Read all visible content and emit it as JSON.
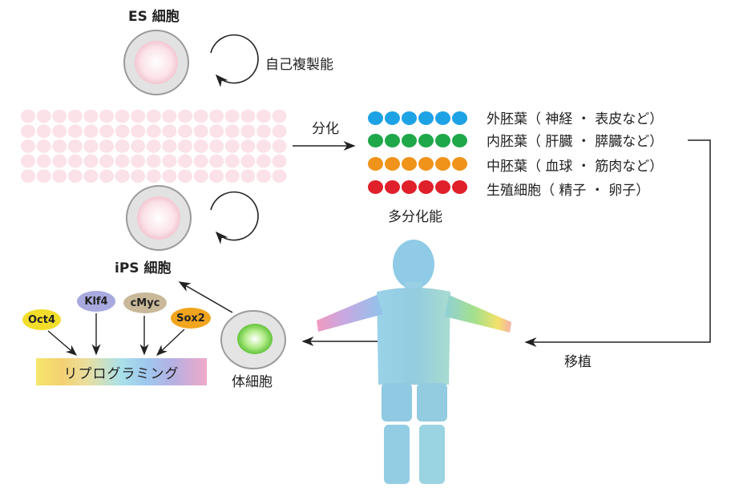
{
  "es_cell_label": "ES 細胞",
  "self_renewal_label": "自己複製能",
  "differentiation_label": "分化",
  "germ_layers": [
    {
      "label": "外胚葉（ 神経 ・ 表皮など）",
      "color": "#1ea2e6"
    },
    {
      "label": "内胚葉（ 肝臓 ・ 膵臓など）",
      "color": "#1fa84a"
    },
    {
      "label": "中胚葉（ 血球 ・ 筋肉など）",
      "color": "#f0931a"
    },
    {
      "label": "生殖細胞（ 精子 ・ 卵子）",
      "color": "#e0202a"
    }
  ],
  "pluripotency_label": "多分化能",
  "ips_cell_label": "iPS 細胞",
  "factors": [
    {
      "label": "Oct4",
      "color": "#f2de2a"
    },
    {
      "label": "Klf4",
      "color": "#a7a9df"
    },
    {
      "label": "cMyc",
      "color": "#c9b99a"
    },
    {
      "label": "Sox2",
      "color": "#f1a51f"
    }
  ],
  "reprogramming_label": "リプログラミング",
  "somatic_cell_label": "体細胞",
  "transplant_label": "移植",
  "colors": {
    "cell_sheet": "#fbe1e8",
    "arrow": "#222222"
  }
}
